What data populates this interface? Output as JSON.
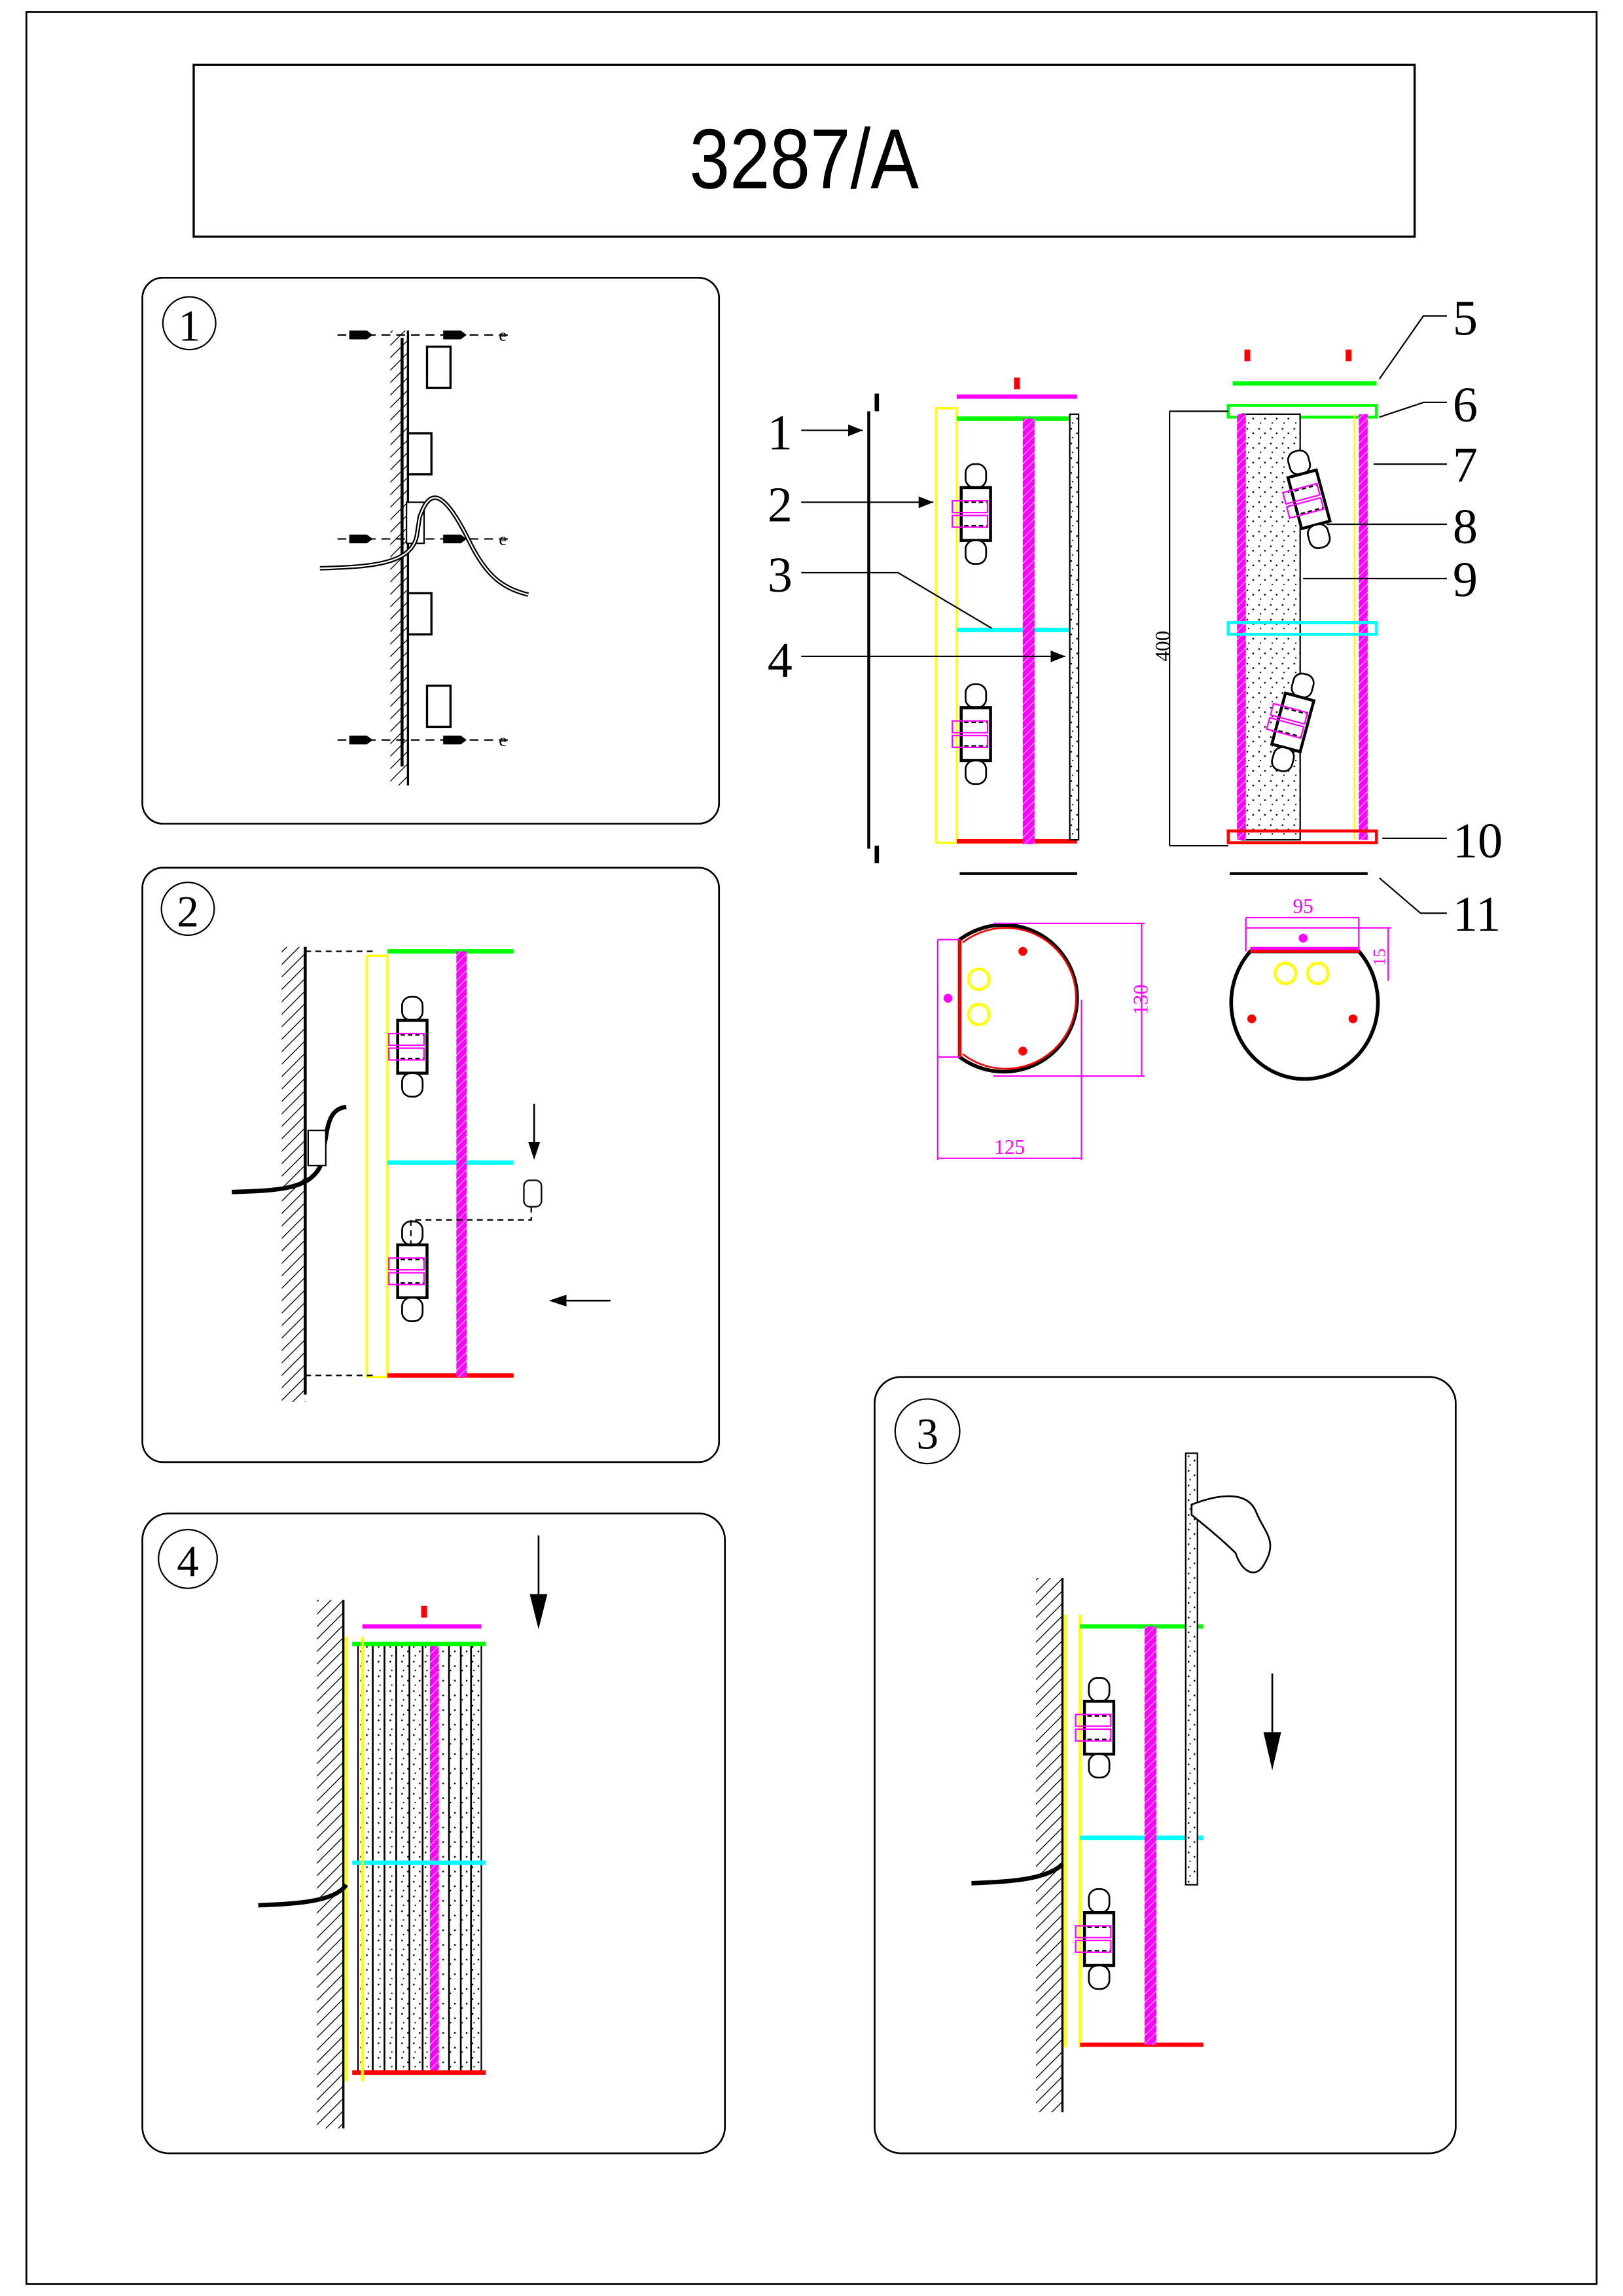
{
  "title": "3287/A",
  "colors": {
    "yellow": "#ffff00",
    "green": "#00ff00",
    "cyan": "#00ffff",
    "magenta": "#ff00ff",
    "red": "#ff0000",
    "black": "#000000"
  },
  "steps": [
    {
      "id": 1,
      "label": "1"
    },
    {
      "id": 2,
      "label": "2"
    },
    {
      "id": 3,
      "label": "3"
    },
    {
      "id": 4,
      "label": "4"
    }
  ],
  "parts": {
    "callouts": [
      "1",
      "2",
      "3",
      "4",
      "5",
      "6",
      "7",
      "8",
      "9",
      "10",
      "11"
    ]
  },
  "dimensions": {
    "height": "400",
    "side_depth": "130",
    "side_width": "125",
    "top_width": "95",
    "top_offset": "15"
  }
}
